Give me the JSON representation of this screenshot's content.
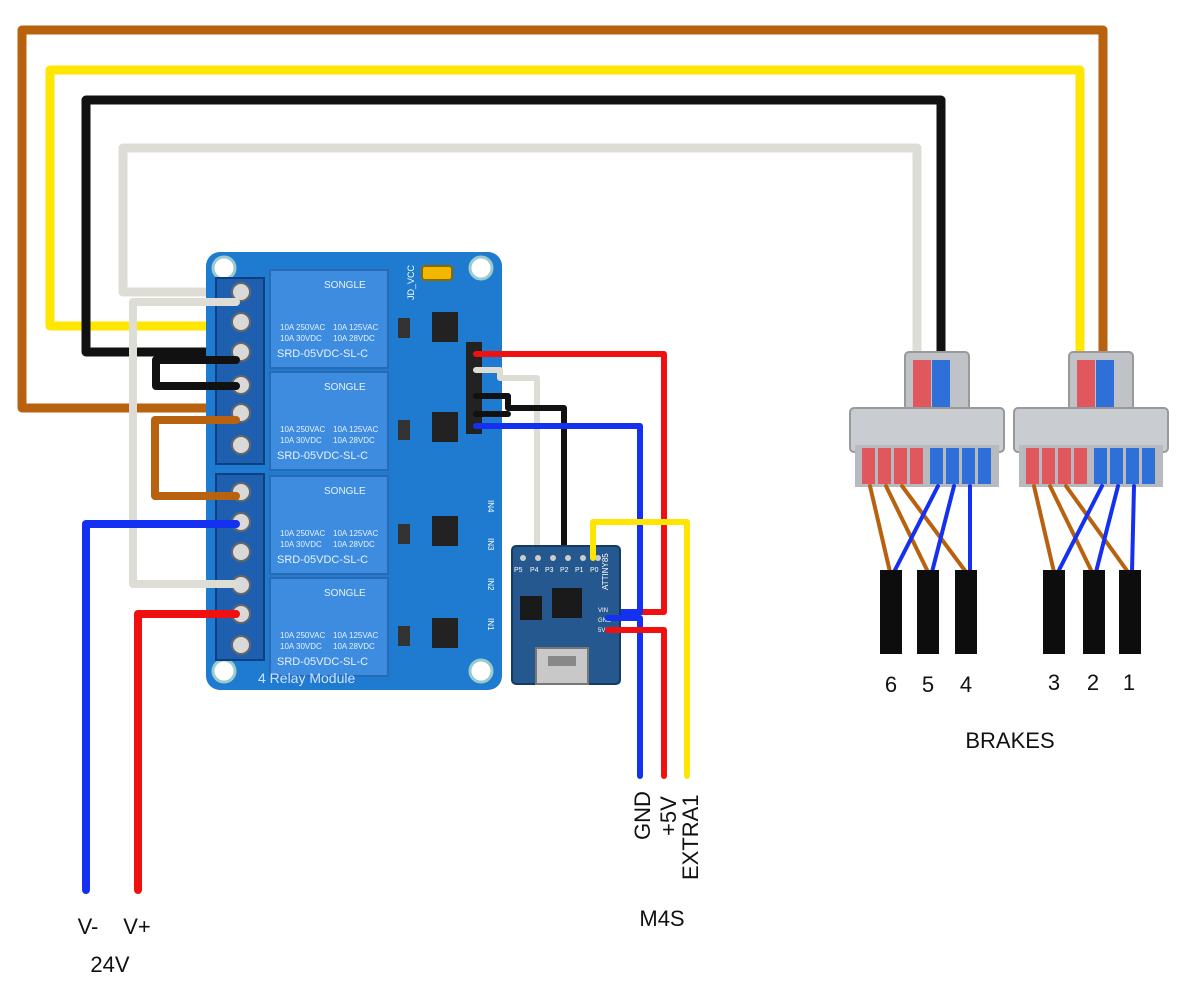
{
  "relay_module": {
    "brand": "SONGLE",
    "ratings": [
      "10A 250VAC",
      "10A 125VAC",
      "10A 30VDC",
      "10A 28VDC"
    ],
    "model": "SRD-05VDC-SL-C",
    "title": "4 Relay Module",
    "jumper_label": "JD_VCC",
    "input_labels": [
      "IN4",
      "IN3",
      "IN2",
      "IN1"
    ]
  },
  "digispark": {
    "chip_label": "ATTINY85",
    "pin_labels": [
      "P5",
      "P4",
      "P3",
      "P2",
      "P1",
      "P0"
    ],
    "power_labels": [
      "VIN",
      "GND",
      "5V"
    ]
  },
  "labels": {
    "gnd": "GND",
    "plus5v": "+5V",
    "extra1": "EXTRA1",
    "m4s": "M4S",
    "v_minus": "V-",
    "v_plus": "V+",
    "supply": "24V",
    "brakes": "BRAKES",
    "brake_numbers": [
      "6",
      "5",
      "4",
      "3",
      "2",
      "1"
    ]
  },
  "colors": {
    "brown": "#B8620F",
    "yellow": "#FFE600",
    "black": "#111111",
    "gray": "#DDDDD5",
    "blue": "#1430F0",
    "red": "#F01010",
    "board_blue": "#1E7BD0",
    "relay_blue": "#3E8CE0"
  }
}
